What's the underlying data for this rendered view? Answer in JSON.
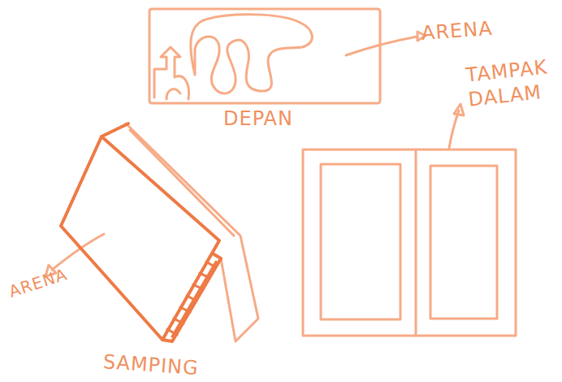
{
  "diagram": {
    "labels": [
      "ARENA",
      "DEPAN",
      "TAMPAK DALAM",
      "ARENA",
      "SAMPING"
    ]
  }
}
